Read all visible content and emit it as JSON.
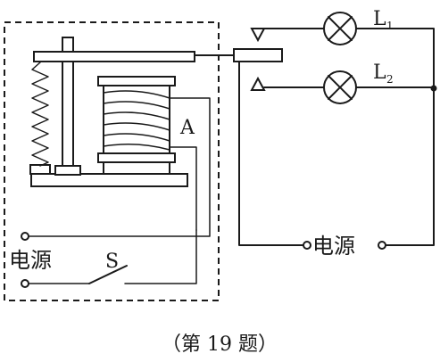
{
  "labels": {
    "lamp_1": "L",
    "lamp_1_sub": "1",
    "lamp_2": "L",
    "lamp_2_sub": "2",
    "electromagnet": "A",
    "switch": "S",
    "power_left": "电源",
    "power_right": "电源",
    "caption": "（第 19 题）"
  }
}
